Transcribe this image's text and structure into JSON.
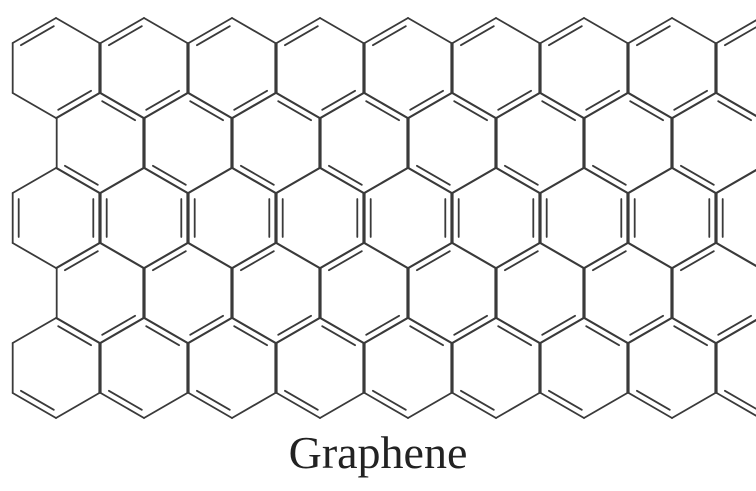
{
  "diagram": {
    "caption": "Graphene",
    "structure": "hexagonal-lattice",
    "bond_style": "alternating single and double bonds",
    "columns": 9,
    "rows": 5,
    "colors": {
      "bond": "#3a3a3a",
      "background": "#ffffff"
    }
  }
}
